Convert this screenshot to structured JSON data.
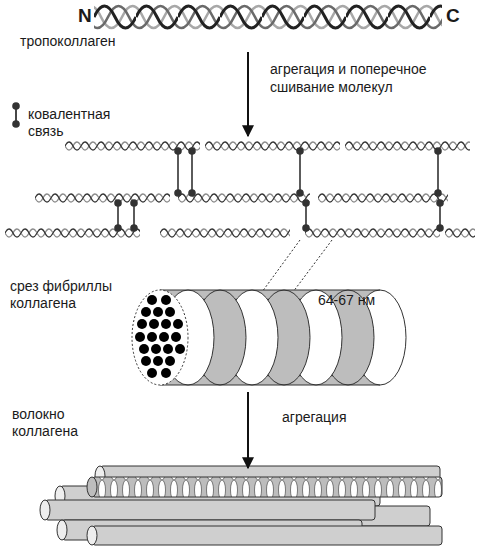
{
  "diagram": {
    "nodes": [
      {
        "text": [
          "N",
          "C",
          "тропоколлаген"
        ]
      },
      {
        "text": [
          "срез фибриллы коллагена"
        ]
      },
      {
        "text": [
          "волокно коллагена"
        ]
      }
    ],
    "edges": [
      {
        "from": 0,
        "to": 1,
        "arrow": "to",
        "label": "агрегация и поперечное сшивание молекул"
      },
      {
        "from": 1,
        "to": 2,
        "arrow": "to",
        "label": "агрегация"
      }
    ],
    "labels": [
      "64-67 нм"
    ],
    "legend": [
      {
        "text": "ковалентная связь"
      }
    ]
  }
}
